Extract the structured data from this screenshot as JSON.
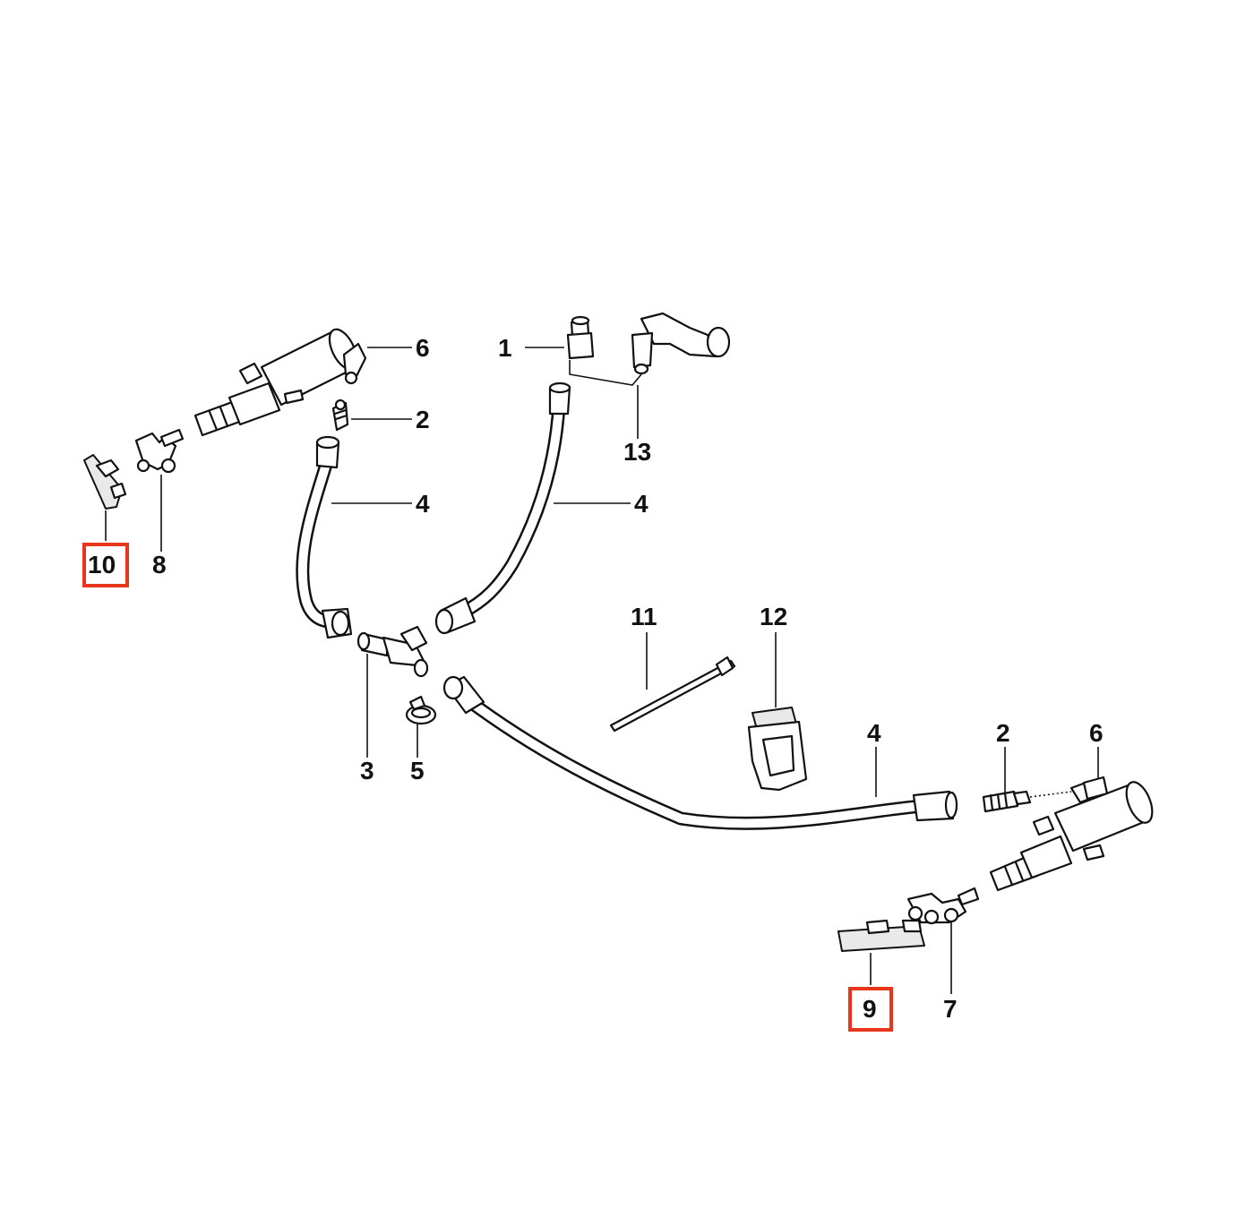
{
  "callouts": {
    "c1": "1",
    "c2a": "2",
    "c2b": "2",
    "c3": "3",
    "c4a": "4",
    "c4b": "4",
    "c4c": "4",
    "c5": "5",
    "c6a": "6",
    "c6b": "6",
    "c7": "7",
    "c8": "8",
    "c9": "9",
    "c10": "10",
    "c11": "11",
    "c12": "12",
    "c13": "13"
  },
  "highlight_color": "#e8361c",
  "highlighted": [
    "9",
    "10"
  ]
}
